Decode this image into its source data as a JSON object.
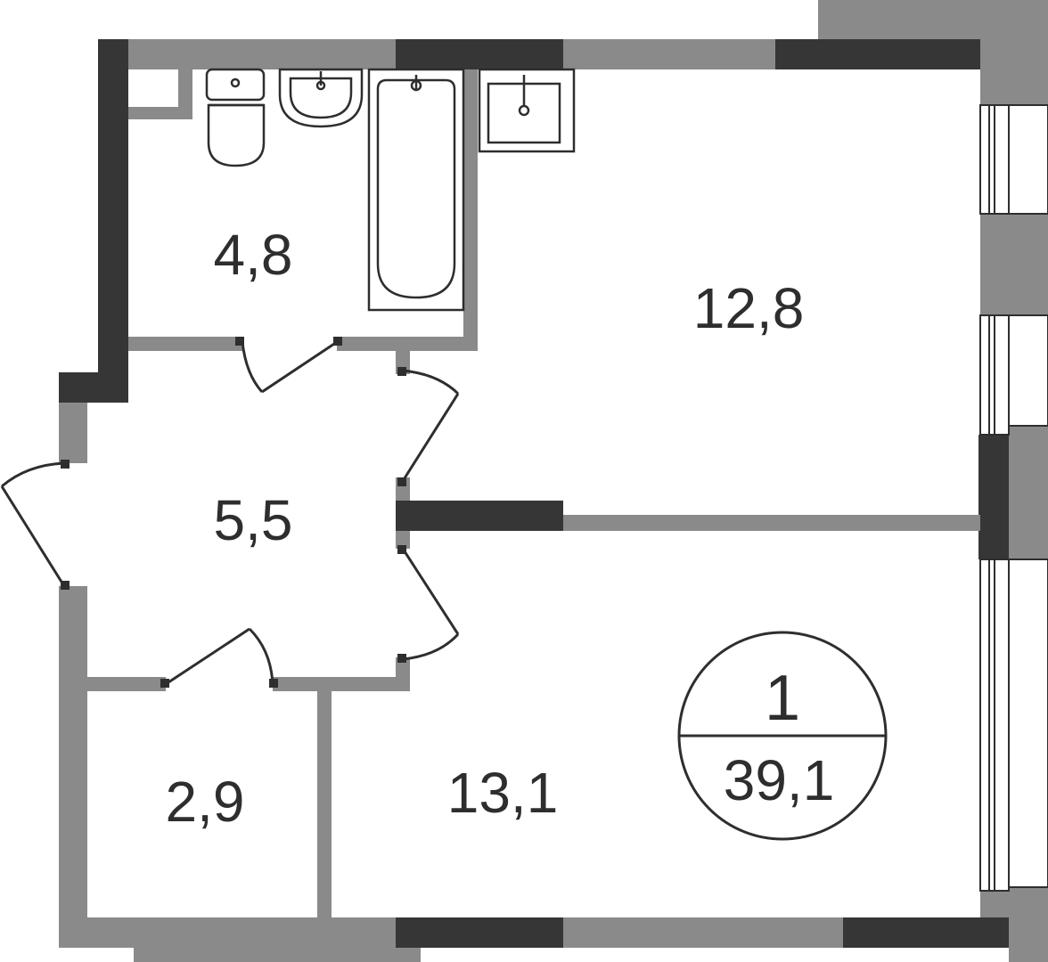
{
  "plan": {
    "rooms": {
      "bathroom": {
        "area": "4,8"
      },
      "kitchen": {
        "area": "12,8"
      },
      "hall": {
        "area": "5,5"
      },
      "storage": {
        "area": "2,9"
      },
      "bedroom": {
        "area": "13,1"
      }
    },
    "summary": {
      "room_count": "1",
      "total_area": "39,1"
    },
    "colors": {
      "wall_dark": "#363636",
      "wall_grey": "#8a8a8a",
      "line": "#2e2e2e",
      "background": "#ffffff"
    }
  }
}
